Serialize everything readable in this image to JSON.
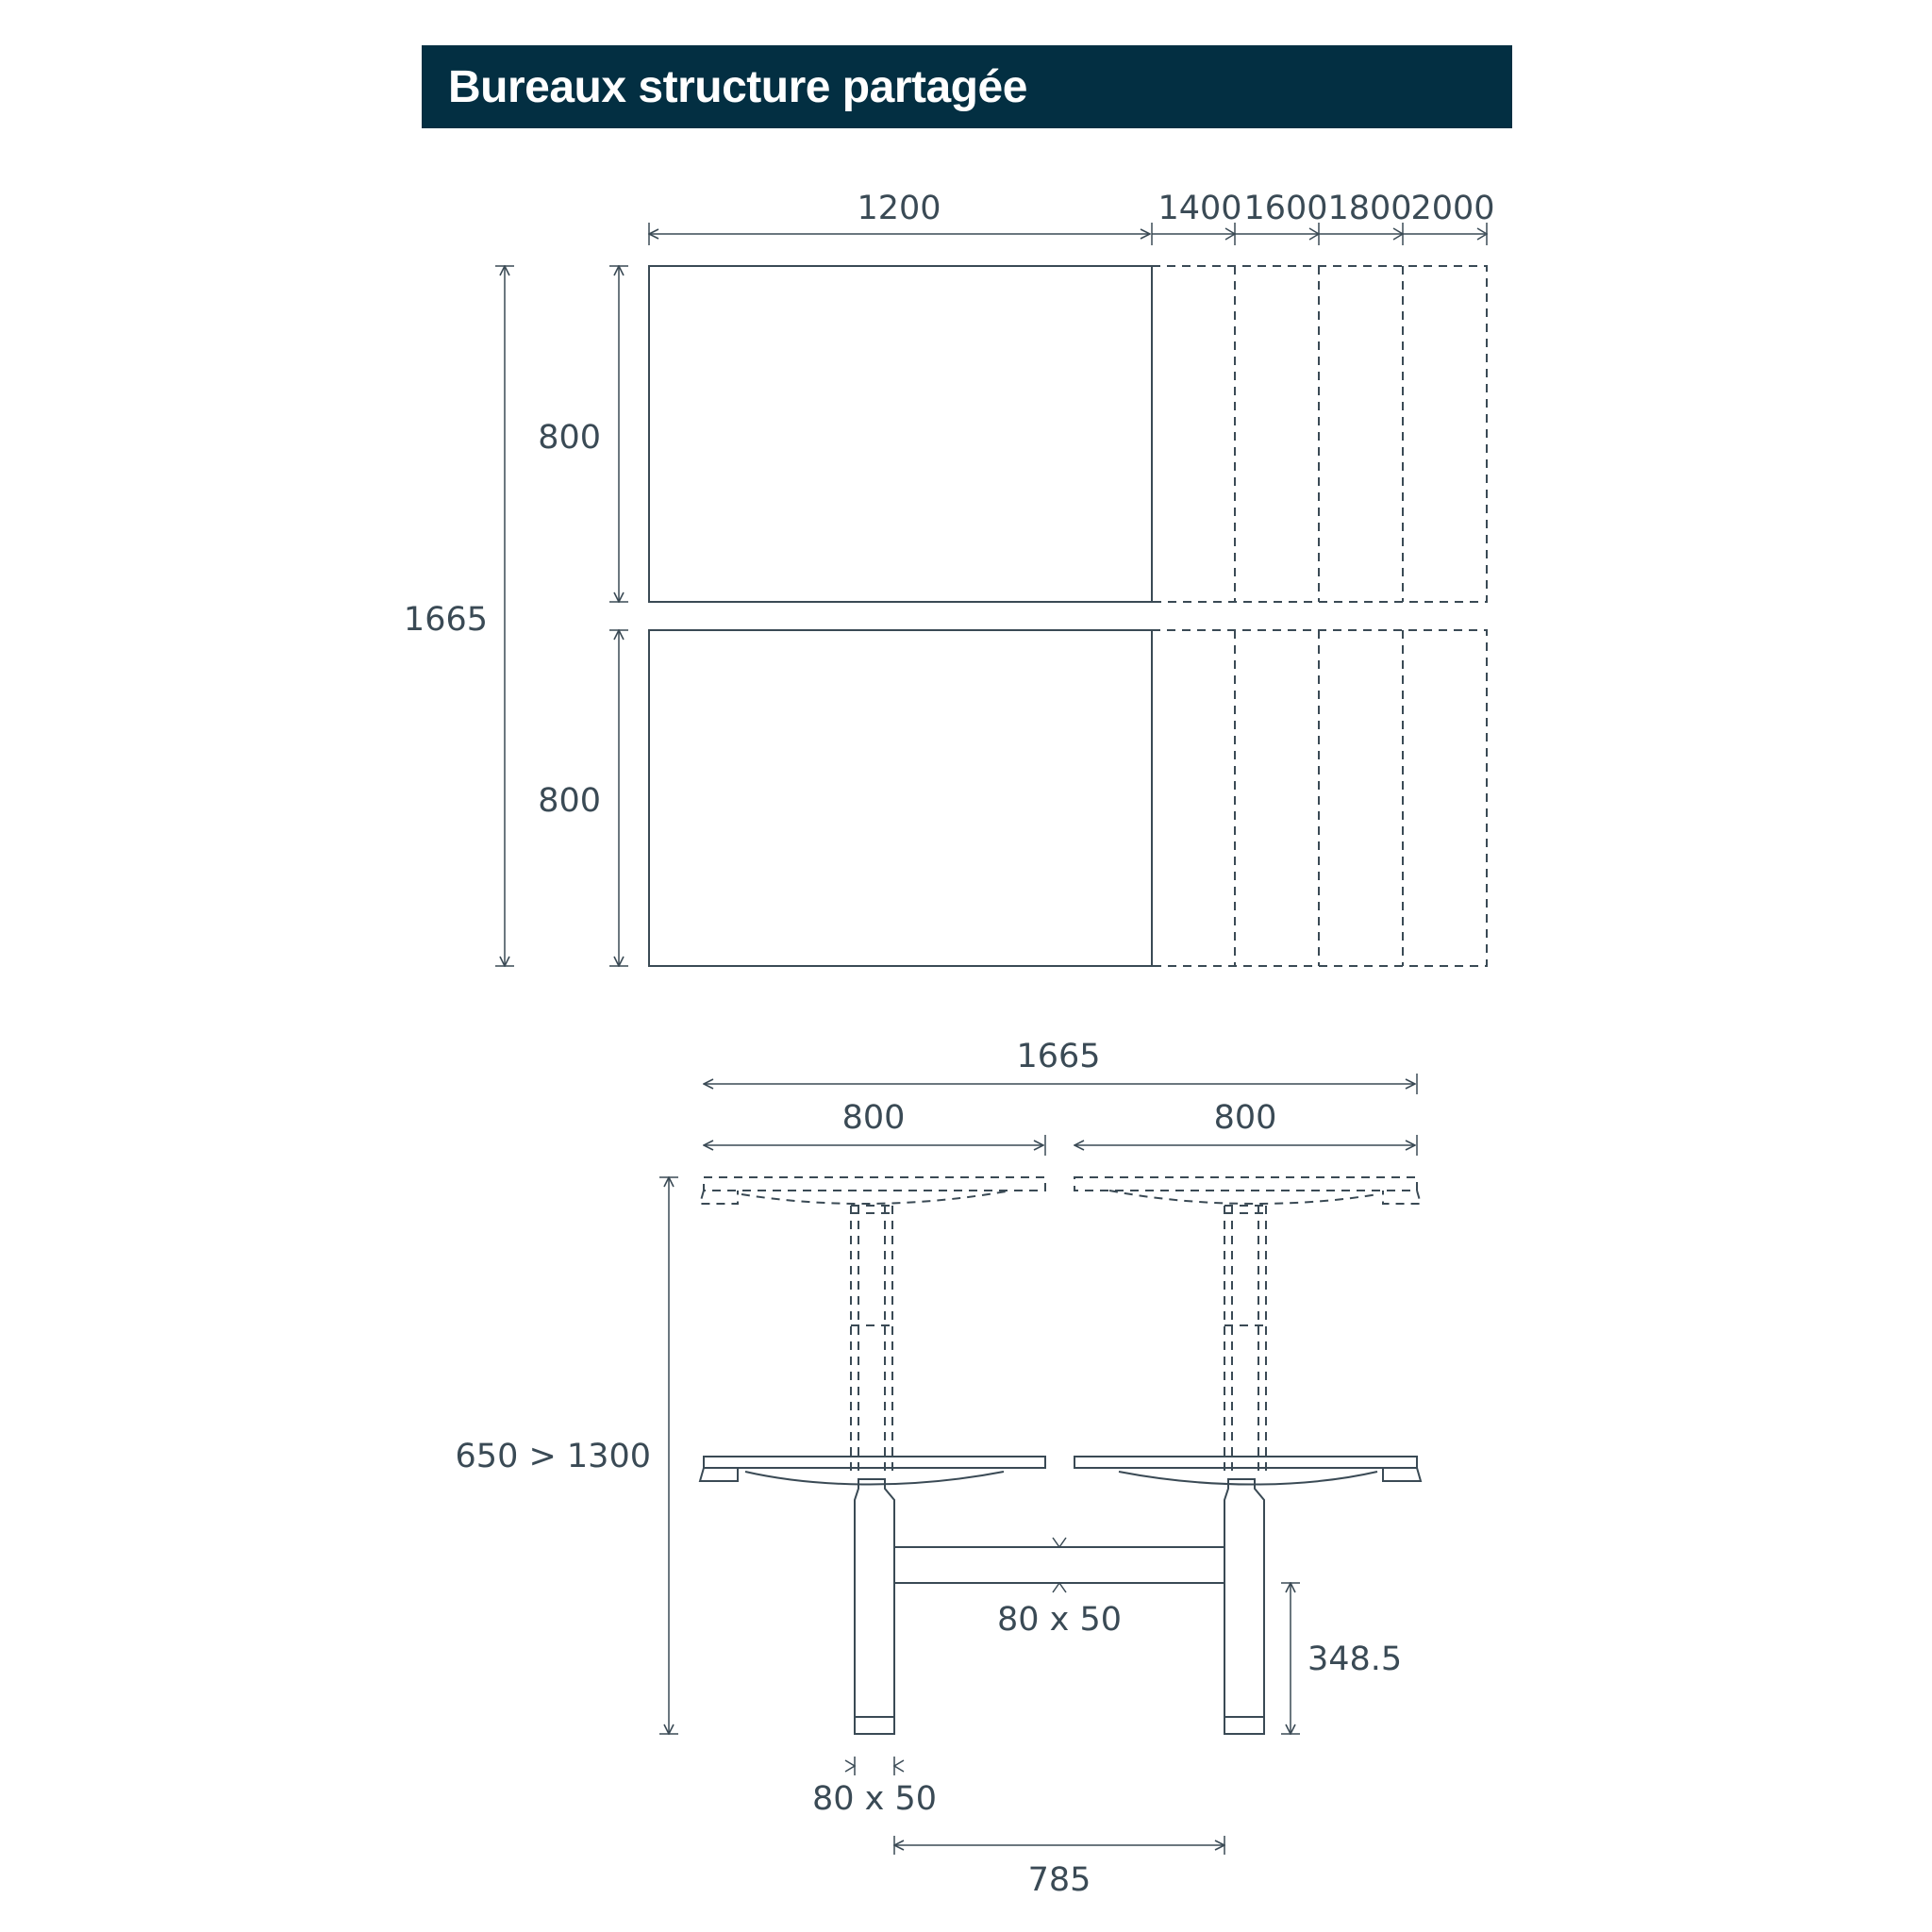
{
  "title": "Bureaux structure partagée",
  "top_view": {
    "width_main": "1200",
    "width_options": [
      "1400",
      "1600",
      "1800",
      "2000"
    ],
    "depth_each": "800",
    "depth_total": "1665"
  },
  "side_view": {
    "total_width": "1665",
    "top_left_width": "800",
    "top_right_width": "800",
    "height_range": "650 > 1300",
    "crossbar_section": "80 x 50",
    "leg_section": "80 x 50",
    "crossbar_height": "348.5",
    "leg_spacing": "785"
  }
}
